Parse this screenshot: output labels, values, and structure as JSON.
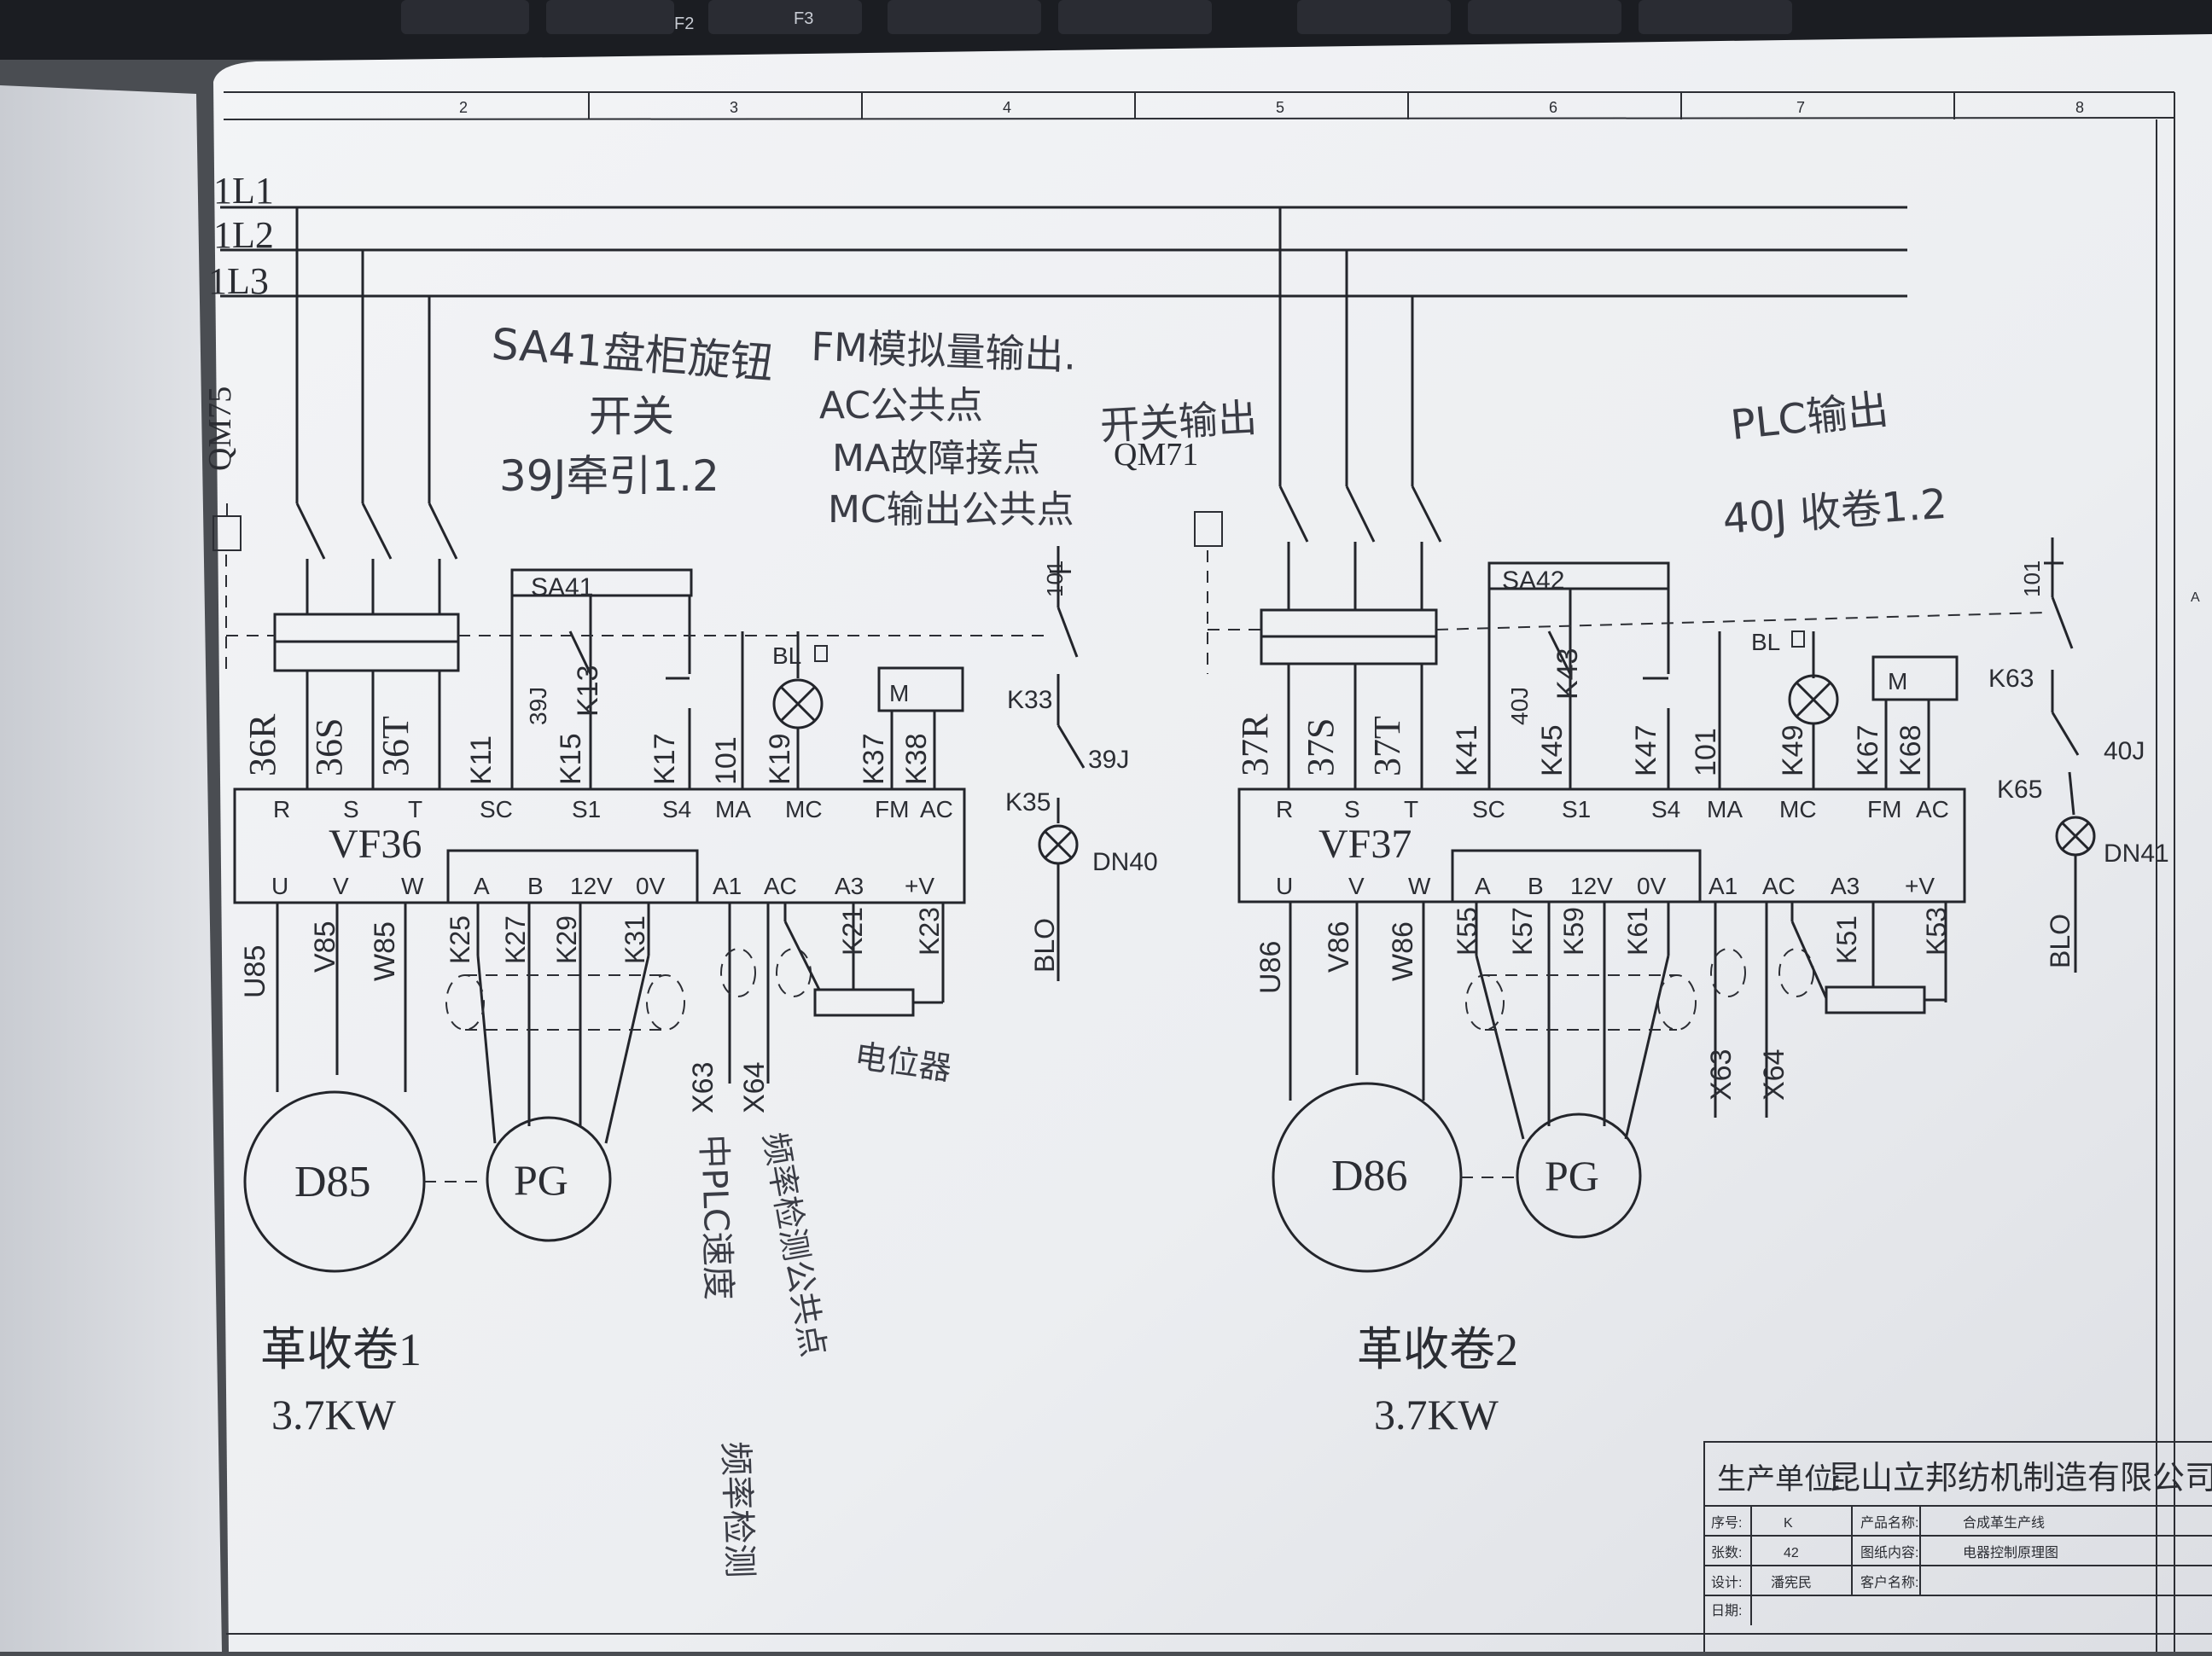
{
  "keyboard": {
    "keys": [
      "F2",
      "F3"
    ]
  },
  "frame": {
    "column_numbers": [
      "2",
      "3",
      "4",
      "5",
      "6",
      "7",
      "8"
    ],
    "edge_letter": "A"
  },
  "bus": [
    "1L1",
    "1L2",
    "1L3"
  ],
  "left": {
    "breaker": "QM75",
    "inputs": [
      "36R",
      "36S",
      "36T"
    ],
    "ctrl_labels": [
      "K11",
      "39J",
      "K15",
      "K13",
      "K17",
      "101",
      "K19",
      "K37",
      "K38"
    ],
    "switch": "SA41",
    "lamp": "BL",
    "meter": "M",
    "drive": "VF36",
    "top_terms": [
      "R",
      "S",
      "T",
      "SC",
      "S1",
      "S4",
      "MA",
      "MC",
      "FM",
      "AC"
    ],
    "bottom_terms": [
      "U",
      "V",
      "W",
      "A",
      "B",
      "12V",
      "0V",
      "A1",
      "AC",
      "A3",
      "+V"
    ],
    "out_labels": [
      "U85",
      "V85",
      "W85",
      "K25",
      "K27",
      "K29",
      "K31",
      "K21",
      "K23"
    ],
    "plc_lines": [
      "X63",
      "X64"
    ],
    "relay": {
      "no": "101",
      "k1": "K33",
      "coil": "39J",
      "k2": "K35",
      "lamp": "DN40",
      "ret": "BLO"
    },
    "motor": "D85",
    "encoder": "PG",
    "title": "革收卷1",
    "power": "3.7KW"
  },
  "right": {
    "breaker": "QM71",
    "inputs": [
      "37R",
      "37S",
      "37T"
    ],
    "ctrl_labels": [
      "K41",
      "40J",
      "K45",
      "K43",
      "K47",
      "101",
      "K49",
      "K67",
      "K68"
    ],
    "switch": "SA42",
    "lamp": "BL",
    "meter": "M",
    "drive": "VF37",
    "top_terms": [
      "R",
      "S",
      "T",
      "SC",
      "S1",
      "S4",
      "MA",
      "MC",
      "FM",
      "AC"
    ],
    "bottom_terms": [
      "U",
      "V",
      "W",
      "A",
      "B",
      "12V",
      "0V",
      "A1",
      "AC",
      "A3",
      "+V"
    ],
    "out_labels": [
      "U86",
      "V86",
      "W86",
      "K55",
      "K57",
      "K59",
      "K61",
      "K51",
      "K53"
    ],
    "plc_lines": [
      "X63",
      "X64"
    ],
    "relay": {
      "no": "101",
      "k1": "K63",
      "coil": "40J",
      "k2": "K65",
      "lamp": "DN41",
      "ret": "BLO"
    },
    "motor": "D86",
    "encoder": "PG",
    "title": "革收卷2",
    "power": "3.7KW"
  },
  "notes": {
    "n1": "SA41盘柜旋钮",
    "n2": "开关",
    "n3": "39J牵引1.2",
    "n4": "FM模拟量输出.",
    "n5": "AC公共点",
    "n6": "MA故障接点",
    "n7": "MC输出公共点",
    "n8": "开关输出",
    "n9": "PLC输出",
    "n10": "40J 收卷1.2",
    "n11": "电位器",
    "n12": "中PLC速度",
    "n13": "频率检测公共点",
    "n14": "频率检测"
  },
  "title_block": {
    "company_label": "生产单位:",
    "company": "昆山立邦纺机制造有限公司",
    "rows": [
      {
        "k1": "序号:",
        "v1": "K",
        "k2": "产品名称:",
        "v2": "合成革生产线"
      },
      {
        "k1": "张数:",
        "v1": "42",
        "k2": "图纸内容:",
        "v2": "电器控制原理图"
      },
      {
        "k1": "设计:",
        "v1": "潘宪民",
        "k2": "客户名称:",
        "v2": ""
      },
      {
        "k1": "日期:",
        "v1": "",
        "k2": "",
        "v2": ""
      }
    ]
  },
  "colors": {
    "paper": "#eeeff1",
    "ink": "#23252b",
    "desk": "#4a4d52",
    "keyboard": "#1b1d22"
  }
}
